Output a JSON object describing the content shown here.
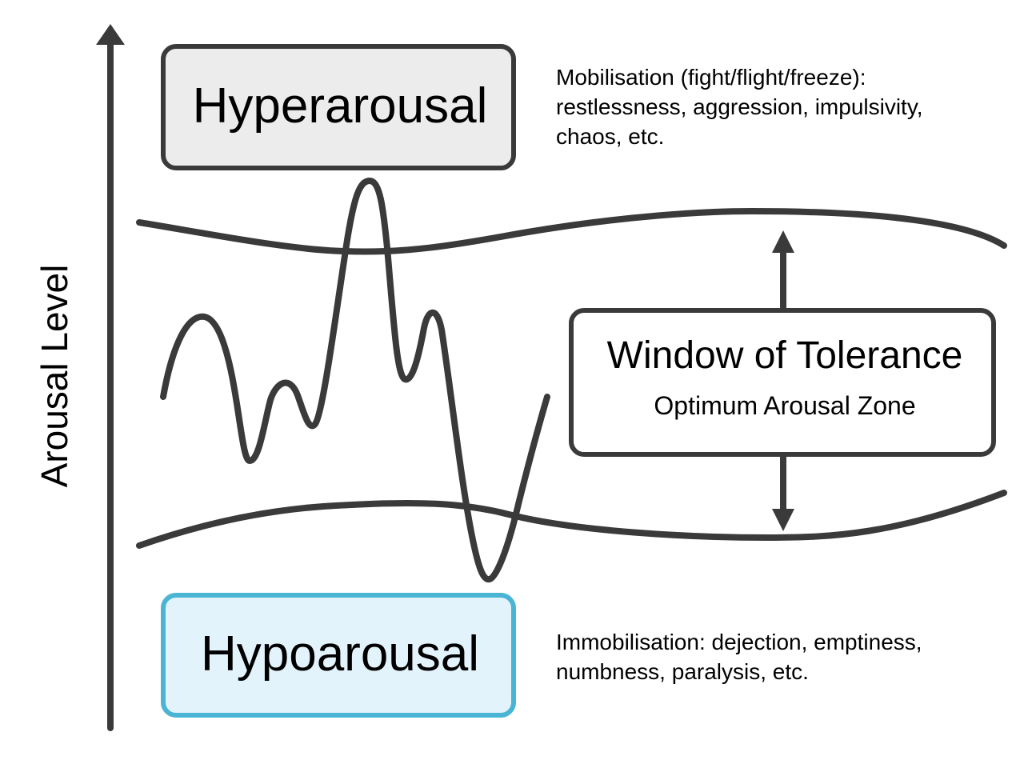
{
  "colors": {
    "line": "#3a3a3a",
    "hyper_fill": "#ececec",
    "hyper_border": "#3a3a3a",
    "hypo_fill": "#e3f3fc",
    "hypo_border": "#4ab4d4",
    "window_fill": "#ffffff",
    "window_border": "#3a3a3a"
  },
  "axis": {
    "label": "Arousal Level",
    "icon": "arrow-up-icon"
  },
  "hyperarousal": {
    "title": "Hyperarousal",
    "description_lines": [
      "Mobilisation (fight/flight/freeze):",
      "restlessness, aggression, impulsivity,",
      "chaos, etc."
    ]
  },
  "hypoarousal": {
    "title": "Hypoarousal",
    "description_lines": [
      "Immobilisation: dejection, emptiness,",
      "numbness, paralysis, etc."
    ]
  },
  "window": {
    "title": "Window of Tolerance",
    "subtitle": "Optimum Arousal Zone",
    "icons": [
      "arrow-up-icon",
      "arrow-down-icon"
    ]
  }
}
